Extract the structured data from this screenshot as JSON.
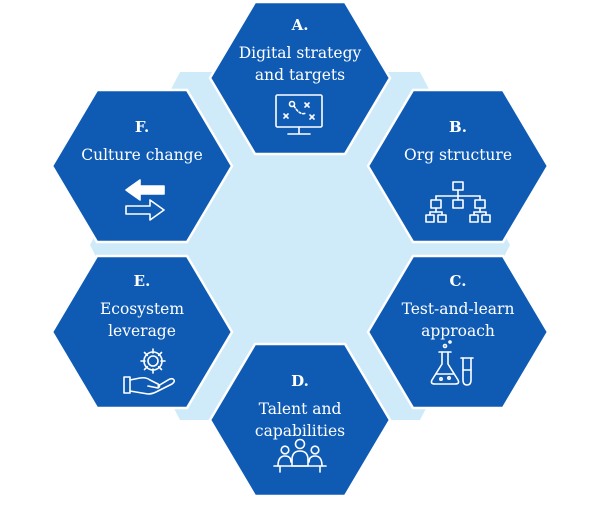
{
  "colors": {
    "hex_fill": "#0f5bb4",
    "hex_stroke": "#ffffff",
    "center_fill": "#cfeaf8",
    "icon_stroke": "#ffffff"
  },
  "hexagons": [
    {
      "id": "a",
      "letter": "A.",
      "title": "Digital strategy\nand targets",
      "icon": "strategy-board-icon"
    },
    {
      "id": "b",
      "letter": "B.",
      "title": "Org structure",
      "icon": "org-chart-icon"
    },
    {
      "id": "c",
      "letter": "C.",
      "title": "Test-and-learn\napproach",
      "icon": "lab-flask-icon"
    },
    {
      "id": "d",
      "letter": "D.",
      "title": "Talent and\ncapabilities",
      "icon": "team-icon"
    },
    {
      "id": "e",
      "letter": "E.",
      "title": "Ecosystem\nleverage",
      "icon": "gear-hand-icon"
    },
    {
      "id": "f",
      "letter": "F.",
      "title": "Culture change",
      "icon": "exchange-arrows-icon"
    }
  ]
}
